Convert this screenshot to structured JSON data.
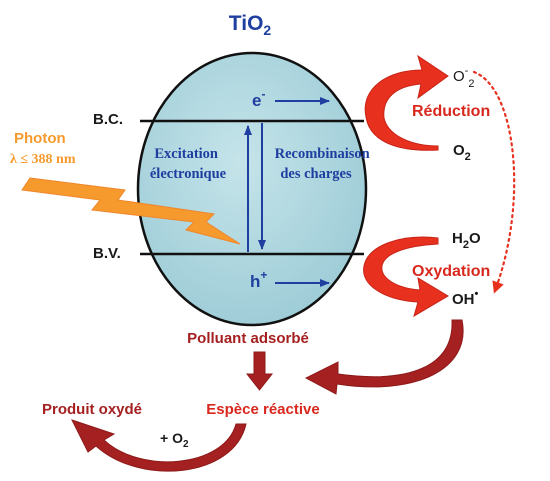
{
  "title": {
    "main": "TiO",
    "sub": "2"
  },
  "bands": {
    "conduction": "B.C.",
    "valence": "B.V."
  },
  "photon": {
    "label": "Photon",
    "condition": "λ ≤ 388 nm"
  },
  "carriers": {
    "electron": {
      "base": "e",
      "sup": "-"
    },
    "hole": {
      "base": "h",
      "sup": "+"
    }
  },
  "processes": {
    "excitation": [
      "Excitation",
      "électronique"
    ],
    "recombination": [
      "Recombinaison",
      "des charges"
    ],
    "reduction": "Réduction",
    "oxidation": "Oxydation"
  },
  "species": {
    "superoxide": {
      "base": "O",
      "sup": "-",
      "sub": "2"
    },
    "oxygen": {
      "base": "O",
      "sub": "2"
    },
    "water": {
      "base": "H",
      "sub": "2",
      "tail": "O"
    },
    "hydroxyl": {
      "base": "OH",
      "sup": "•"
    }
  },
  "pollutant": {
    "adsorbed": "Polluant adsorbé",
    "reactive": "Espèce réactive",
    "oxidized": "Produit oxydé",
    "oxygen_add": {
      "prefix": "+ O",
      "sub": "2"
    }
  },
  "colors": {
    "title": "#1f3fa0",
    "sphere_fill": "#a9d3dd",
    "arrow_blue": "#1f3fa0",
    "arrow_red": "#e8301e",
    "arrow_dark_red": "#a52020",
    "photon": "#f79a2e",
    "text_red": "#d9281e",
    "text_dark": "#1a1a1a"
  }
}
